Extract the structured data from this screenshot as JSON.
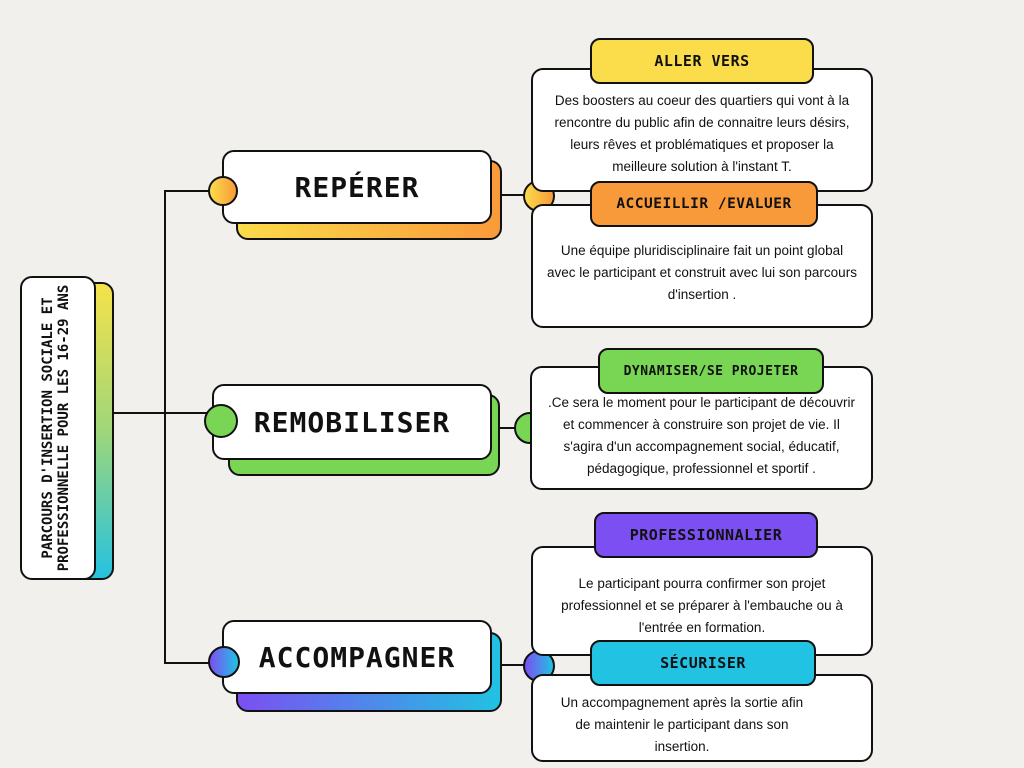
{
  "title": "PARCOURS D'INSERTION SOCIALE ET PROFESSIONNELLE POUR LES 16-29 ANS",
  "colors": {
    "background": "#f1f0ec",
    "yellow": "#fbdc4a",
    "orange": "#f99a3a",
    "green": "#78d654",
    "purple": "#7c4ff2",
    "cyan": "#21c2e2"
  },
  "steps": [
    {
      "label": "REPÉRER",
      "sub": [
        {
          "tag": "ALLER VERS",
          "text": "Des boosters au coeur des quartiers qui vont à la rencontre du public afin de connaitre leurs désirs, leurs rêves et problématiques et proposer la meilleure solution à l'instant T."
        },
        {
          "tag": "ACCUEILLIR /EVALUER",
          "text": "Une équipe pluridisciplinaire fait un point global avec le participant et construit avec lui son parcours d'insertion ."
        }
      ]
    },
    {
      "label": "REMOBILISER",
      "sub": [
        {
          "tag": "DYNAMISER/SE PROJETER",
          "text": ".Ce sera le moment pour le participant de découvrir et commencer à construire son projet de vie. Il s'agira d'un accompagnement social, éducatif, pédagogique, professionnel et sportif ."
        }
      ]
    },
    {
      "label": "ACCOMPAGNER",
      "sub": [
        {
          "tag": "PROFESSIONNALIER",
          "text": "Le participant pourra confirmer son projet professionnel et se préparer à l'embauche ou à l'entrée en formation."
        },
        {
          "tag": "SÉCURISER",
          "text": "Un accompagnement après la sortie afin de maintenir le participant dans son insertion."
        }
      ]
    }
  ]
}
